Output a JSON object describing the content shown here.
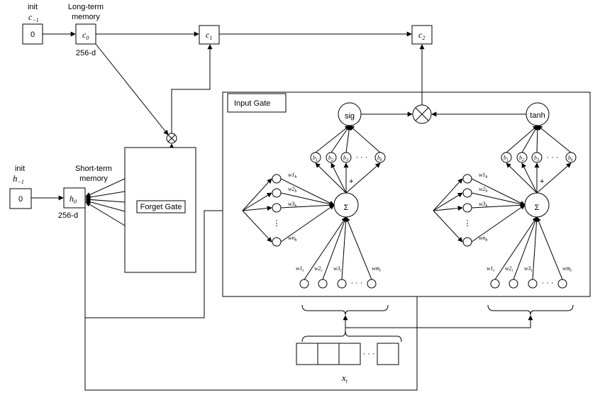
{
  "labels": {
    "init_c": "init",
    "c_minus1": "c",
    "c_minus1_sub": "−1",
    "long_term_1": "Long-term",
    "long_term_2": "memory",
    "dim_c": "256-d",
    "init_h": "init",
    "h_minus1": "h",
    "h_minus1_sub": "−1",
    "short_term_1": "Short-term",
    "short_term_2": "memory",
    "dim_h": "256-d",
    "forget_gate": "Forget Gate",
    "input_gate": "Input Gate",
    "sig": "sig",
    "tanh": "tanh",
    "sum": "Σ",
    "plus": "+",
    "ellipsis": "·  ·  ·",
    "vdots": "⋮",
    "x_t": "x",
    "x_t_sub": "t"
  },
  "boxes": {
    "c_init_value": "0",
    "h_init_value": "0",
    "c0": "c",
    "c0_sub": "0",
    "c1": "c",
    "c1_sub": "1",
    "c2": "c",
    "c2_sub": "2",
    "h0": "h",
    "h0_sub": "0"
  },
  "bias_labels": [
    "b",
    "b",
    "b",
    "b"
  ],
  "bias_subs": [
    "1",
    "2",
    "3",
    "k"
  ],
  "h_weight_labels": [
    "w1",
    "w2",
    "w3",
    "wn"
  ],
  "h_weight_sub": "h",
  "x_weight_labels": [
    "w1",
    "w2",
    "w3",
    "wm"
  ],
  "x_weight_sub": "i",
  "x_weight_sub_last": "t",
  "icons": {
    "multiply": "multiply-icon",
    "sum": "sum-icon",
    "arrow": "arrow-icon"
  }
}
